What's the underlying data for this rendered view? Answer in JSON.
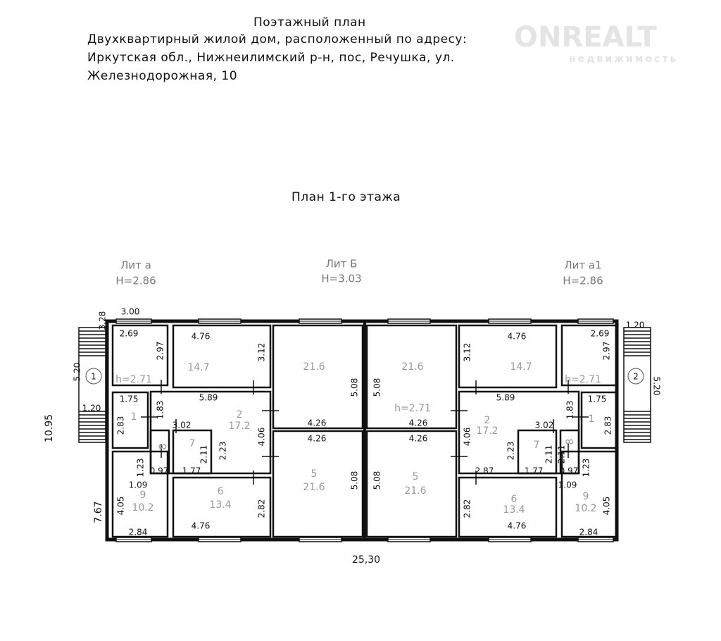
{
  "header": {
    "title": "Поэтажный план",
    "line1": "Двухквартирный жилой дом, расположенный по адресу:",
    "line2": "Иркутская обл., Нижнеилимский р-н, пос, Речушка, ул.",
    "line3": "Железнодорожная, 10"
  },
  "watermark": {
    "brand": "ONREALT",
    "sub": "недвижимость"
  },
  "plan": {
    "title": "План 1-го этажа",
    "lit": [
      {
        "name": "Лит а",
        "height": "Н=2.86"
      },
      {
        "name": "Лит Б",
        "height": "Н=3.03"
      },
      {
        "name": "Лит а1",
        "height": "Н=2.86"
      }
    ],
    "overall": {
      "width": "25,30",
      "depth": "10.95",
      "left_lower": "7.67"
    },
    "entrances": [
      "1",
      "2"
    ],
    "left_unit": [
      "3.28",
      "3.00",
      "2.69",
      "2.97",
      "h=2.71",
      "5.20",
      "1.20",
      "1.75",
      "2.83",
      "1",
      "1.83",
      "3.02",
      "8",
      "7",
      "2.11",
      "2.23",
      "4.06",
      "1.23",
      "0.97",
      "1.77",
      "1.09",
      "9",
      "10.2",
      "4.05",
      "2.84",
      "4.76",
      "3.12",
      "14.7",
      "5.89",
      "2",
      "17.2",
      "21.6",
      "5.08",
      "4.26",
      "4.26",
      "5",
      "21.6",
      "5.08",
      "6",
      "13.4",
      "4.76",
      "2.82"
    ],
    "right_unit": [
      "1.20",
      "2.69",
      "2.97",
      "h=2.71",
      "5.20",
      "1.75",
      "2.83",
      "1",
      "1.83",
      "3.02",
      "8",
      "7",
      "2.11",
      "2.11",
      "2.23",
      "4.06",
      "1.23",
      "0.97",
      "1.77",
      "2.87",
      "1.09",
      "9",
      "10.2",
      "4.05",
      "2.84",
      "4.76",
      "3.12",
      "14.7",
      "5.89",
      "2",
      "17.2",
      "21.6",
      "h=2.71",
      "5.08",
      "4.26",
      "4.26",
      "5",
      "21.6",
      "5.08",
      "6",
      "13.4",
      "4.76",
      "2.82"
    ]
  }
}
